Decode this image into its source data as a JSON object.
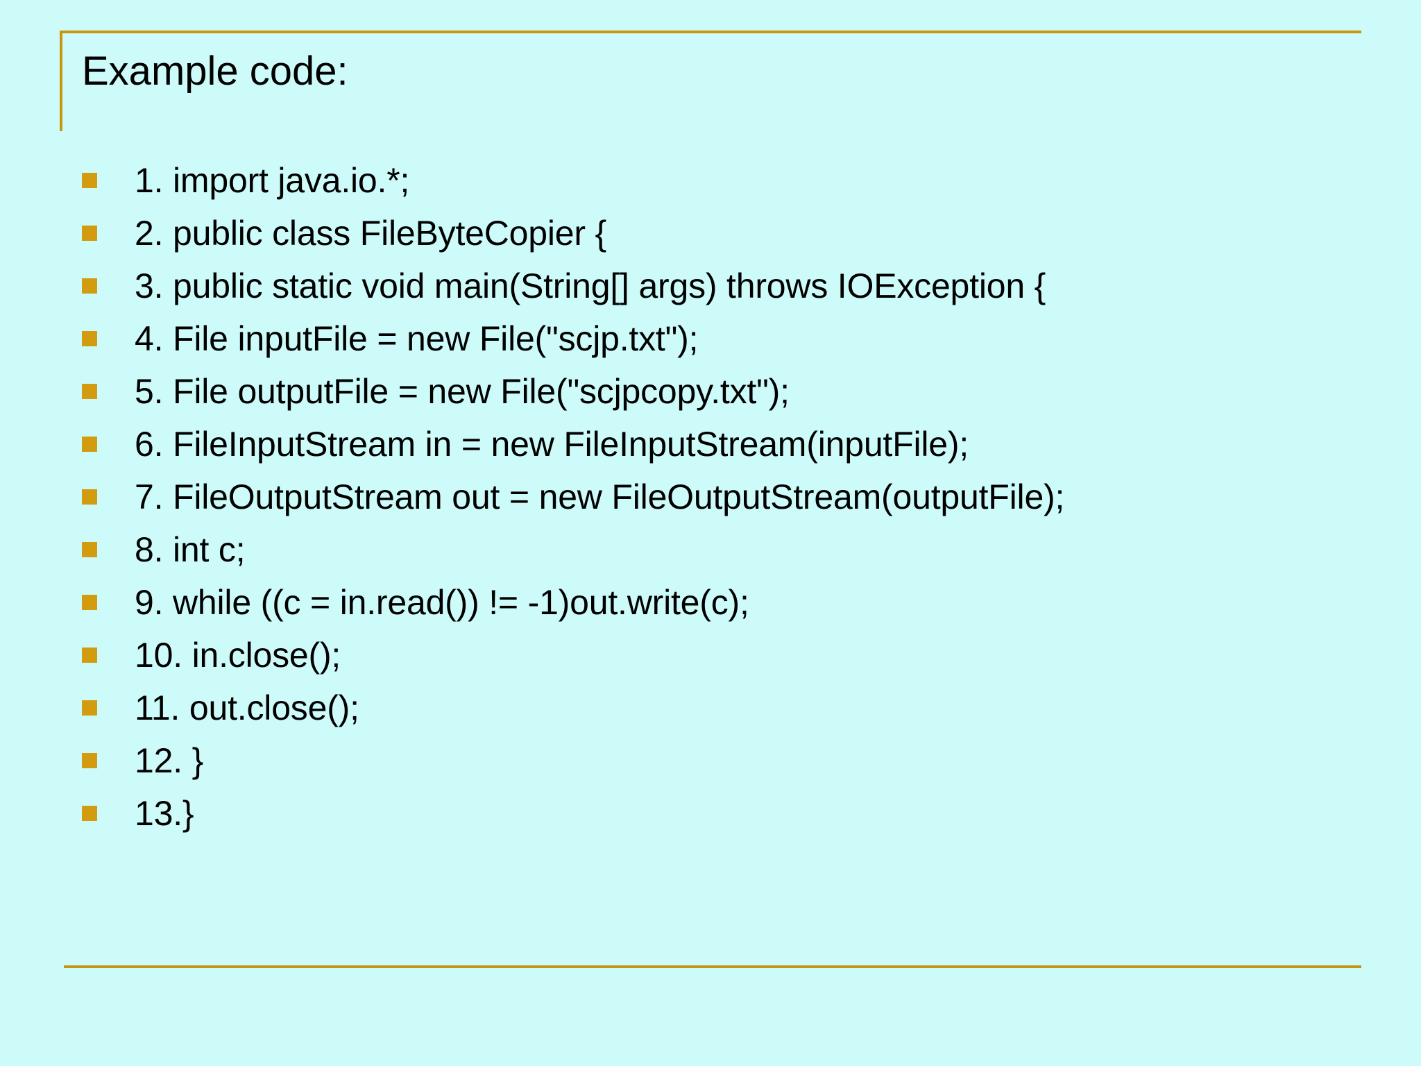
{
  "slide": {
    "background_color": "#cdfbfa",
    "accent_color": "#c8960c",
    "bullet_color": "#d39b10",
    "text_color": "#000000",
    "title": "Example code:",
    "bullet_glyph": "square-bullet"
  },
  "code_lines": [
    {
      "bullet": "square-bullet",
      "text": "1. import java.io.*;"
    },
    {
      "bullet": "square-bullet",
      "text": "2. public class FileByteCopier {"
    },
    {
      "bullet": "square-bullet",
      "text": "3. public static void main(String[] args) throws IOException {"
    },
    {
      "bullet": "square-bullet",
      "text": "4. File inputFile = new File(\"scjp.txt\");"
    },
    {
      "bullet": "square-bullet",
      "text": "5. File outputFile = new File(\"scjpcopy.txt\");"
    },
    {
      "bullet": "square-bullet",
      "text": "6. FileInputStream in = new FileInputStream(inputFile);"
    },
    {
      "bullet": "square-bullet",
      "text": "7. FileOutputStream out = new FileOutputStream(outputFile);"
    },
    {
      "bullet": "square-bullet",
      "text": "8. int c;"
    },
    {
      "bullet": "square-bullet",
      "text": "9. while ((c = in.read()) != -1)out.write(c);"
    },
    {
      "bullet": "square-bullet",
      "text": "10. in.close();"
    },
    {
      "bullet": "square-bullet",
      "text": "11. out.close();"
    },
    {
      "bullet": "square-bullet",
      "text": "12. }"
    },
    {
      "bullet": "square-bullet",
      "text": "13.}"
    }
  ]
}
